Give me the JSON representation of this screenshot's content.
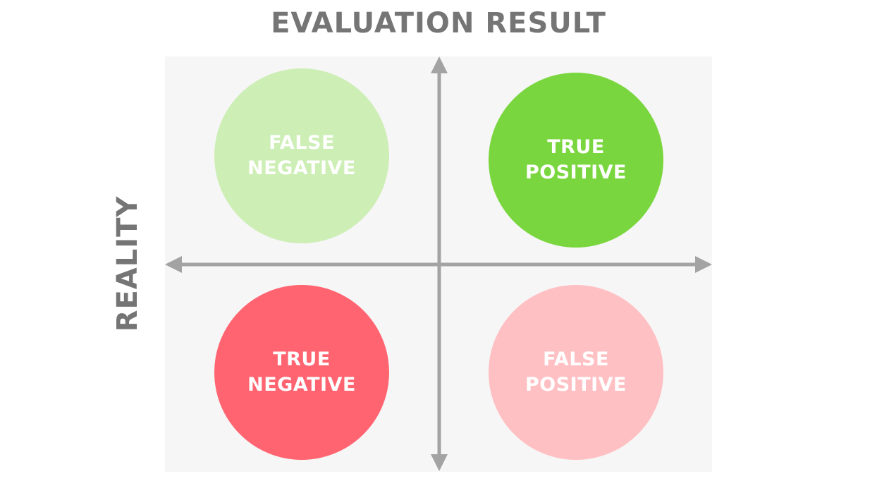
{
  "title": "EVALUATION RESULT",
  "side_label": "REALITY",
  "quadrants": {
    "top_left": {
      "line1": "FALSE",
      "line2": "NEGATIVE",
      "color": "#cdeeb5"
    },
    "top_right": {
      "line1": "TRUE",
      "line2": "POSITIVE",
      "color": "#7ad63e"
    },
    "bottom_left": {
      "line1": "TRUE",
      "line2": "NEGATIVE",
      "color": "#ff6470"
    },
    "bottom_right": {
      "line1": "FALSE",
      "line2": "POSITIVE",
      "color": "#ffc0c4"
    }
  },
  "colors": {
    "panel": "#f6f6f6",
    "axis": "#a3a3a3",
    "label": "#757575"
  }
}
